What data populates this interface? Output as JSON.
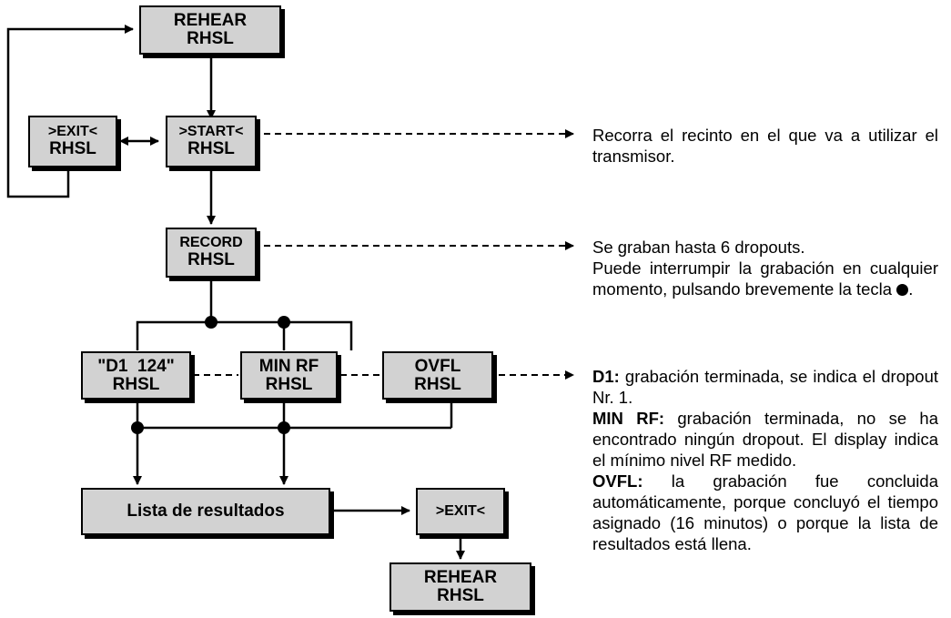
{
  "boxes": {
    "rehear_top": {
      "line1": "REHEAR",
      "line2": "RHSL"
    },
    "exit_left": {
      "line1": ">EXIT<",
      "line2": "RHSL"
    },
    "start": {
      "line1": ">START<",
      "line2": "RHSL"
    },
    "record": {
      "line1": "RECORD",
      "line2": "RHSL"
    },
    "d1": {
      "line1": "\"D1  124\"",
      "line2": "RHSL"
    },
    "minrf": {
      "line1": "MIN RF",
      "line2": "RHSL"
    },
    "ovfl": {
      "line1": "OVFL",
      "line2": "RHSL"
    },
    "results": {
      "line1": "Lista de resultados"
    },
    "exit_bottom": {
      "line1": ">EXIT<"
    },
    "rehear_bottom": {
      "line1": "REHEAR",
      "line2": "RHSL"
    }
  },
  "notes": {
    "start": "Recorra el recinto en el que va a utilizar el transmisor.",
    "record_1": "Se graban hasta 6 dropouts.",
    "record_2": "Puede interrumpir la grabación en cualquier momento, pulsando brevemente la tecla",
    "record_2_end": ".",
    "d1_label": "D1:",
    "d1_text": "grabación terminada, se indica el dropout Nr. 1.",
    "minrf_label": "MIN RF:",
    "minrf_text": "grabación terminada, no se ha encontrado ningún dropout. El display indica el mínimo nivel RF medido.",
    "ovfl_label": "OVFL:",
    "ovfl_text": "la grabación fue concluida automáticamente, porque concluyó el tiempo asignado (16 minutos) o porque la lista de resultados está llena."
  },
  "icons": {
    "record_key": "filled-circle-icon"
  }
}
